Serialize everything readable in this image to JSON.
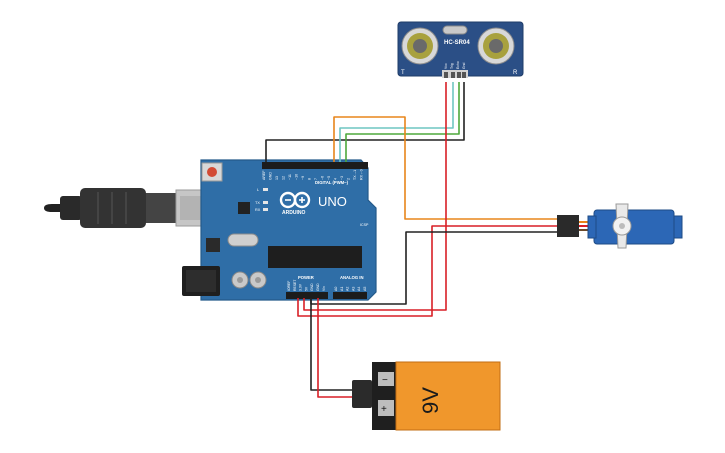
{
  "board": {
    "name": "UNO",
    "logo_text": "ARDUINO",
    "digital_label": "DIGITAL (PWM~)",
    "power_label": "POWER",
    "analog_label": "ANALOG IN",
    "digital_pins": [
      "AREF",
      "GND",
      "13",
      "12",
      "~11",
      "~10",
      "~9",
      "8",
      "7",
      "~6",
      "~5",
      "4",
      "~3",
      "2",
      "TX→1",
      "RX←0"
    ],
    "power_pins": [
      "IOREF",
      "RESET",
      "3.3V",
      "5V",
      "GND",
      "GND",
      "Vin"
    ],
    "analog_pins": [
      "A0",
      "A1",
      "A2",
      "A3",
      "A4",
      "A5"
    ],
    "led_labels": [
      "L",
      "TX",
      "RX"
    ],
    "icsp_label": "ICSP"
  },
  "sensor": {
    "name": "HC-SR04",
    "pins": [
      "Vcc",
      "Trig",
      "Echo",
      "Gnd"
    ],
    "corner_left": "T",
    "corner_right": "R"
  },
  "battery": {
    "label": "9V",
    "minus": "−",
    "plus": "+"
  },
  "colors": {
    "board": "#2f6ea7",
    "sensor": "#2b4f86",
    "servo": "#2c67b6",
    "battery_orange": "#f0972c",
    "battery_dark": "#2b2b2b",
    "wire_red": "#d91f26",
    "wire_black": "#222222",
    "wire_orange": "#e8851c",
    "wire_teal": "#6fc6c2",
    "wire_green": "#4ea83c"
  }
}
